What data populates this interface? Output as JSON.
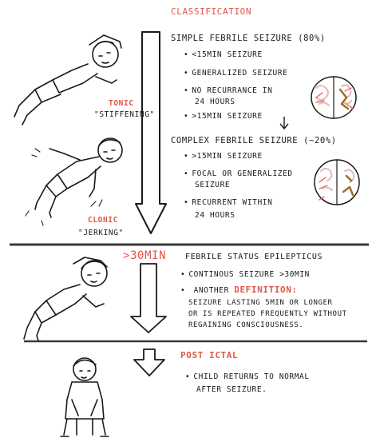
{
  "colors": {
    "accent": "#e2554a",
    "ink": "#1a1a1a",
    "divider": "#3a3a3a",
    "brain_pink": "#e8b7b7",
    "brain_brown": "#9a6a2a"
  },
  "classification": {
    "title": "Classification",
    "simple": {
      "heading": "Simple Febrile Seizure (80%)",
      "items": [
        "<15min seizure",
        "Generalized seizure",
        "No recurrance in",
        "24 hours",
        ">15min seizure"
      ]
    },
    "complex": {
      "heading": "Complex Febrile Seizure (~20%)",
      "items": [
        ">15min seizure",
        "Focal or generalized",
        "seizure",
        "Recurrent within",
        "24 hours"
      ]
    }
  },
  "left_labels": {
    "tonic": "Tonic",
    "tonic_desc": "\"Stiffening\"",
    "clonic": "Clonic",
    "clonic_desc": "\"Jerking\""
  },
  "status": {
    "time": ">30min",
    "heading": "Febrile status epilepticus",
    "item1": "Continous seizure >30min",
    "item2_prefix": "Another",
    "item2_key": "Definition:",
    "def_line1": "Seizure lasting 5min or longer",
    "def_line2": "or is repeated frequently without",
    "def_line3": "regaining consciousness."
  },
  "post_ictal": {
    "title": "Post ictal",
    "line1": "Child returns to normal",
    "line2": "after seizure."
  },
  "icons": [
    "tonic-figure-icon",
    "clonic-figure-icon",
    "status-figure-icon",
    "post-ictal-figure-icon",
    "brain-icon"
  ]
}
